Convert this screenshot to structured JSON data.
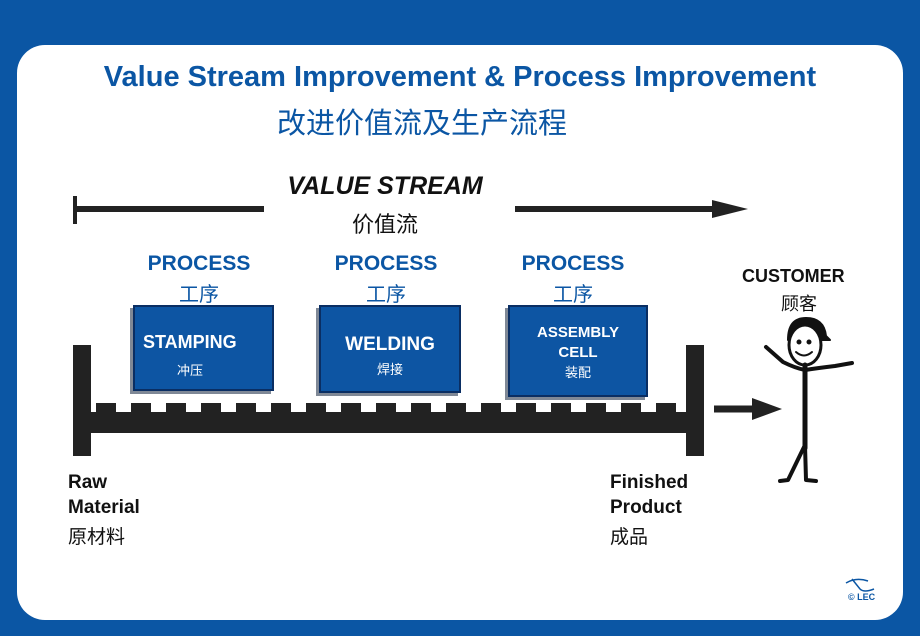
{
  "title": {
    "en": "Value Stream Improvement & Process Improvement",
    "cn": "改进价值流及生产流程"
  },
  "value_stream": {
    "en": "VALUE STREAM",
    "cn": "价值流"
  },
  "processes": [
    {
      "label_en": "PROCESS",
      "label_cn": "工序",
      "box_en": "STAMPING",
      "box_cn": "冲压"
    },
    {
      "label_en": "PROCESS",
      "label_cn": "工序",
      "box_en": "WELDING",
      "box_cn": "焊接"
    },
    {
      "label_en": "PROCESS",
      "label_cn": "工序",
      "box_en_line1": "ASSEMBLY",
      "box_en_line2": "CELL",
      "box_cn": "装配"
    }
  ],
  "customer": {
    "en": "CUSTOMER",
    "cn": "顾客"
  },
  "raw_material": {
    "en_line1": "Raw",
    "en_line2": "Material",
    "cn": "原材料"
  },
  "finished_product": {
    "en_line1": "Finished",
    "en_line2": "Product",
    "cn": "成品"
  },
  "logo": {
    "text": "© LEC"
  },
  "colors": {
    "frame": "#0b56a4",
    "box_fill": "#0d55a3",
    "box_border": "#0a2e63",
    "line": "#222222",
    "text_dark": "#111111"
  }
}
